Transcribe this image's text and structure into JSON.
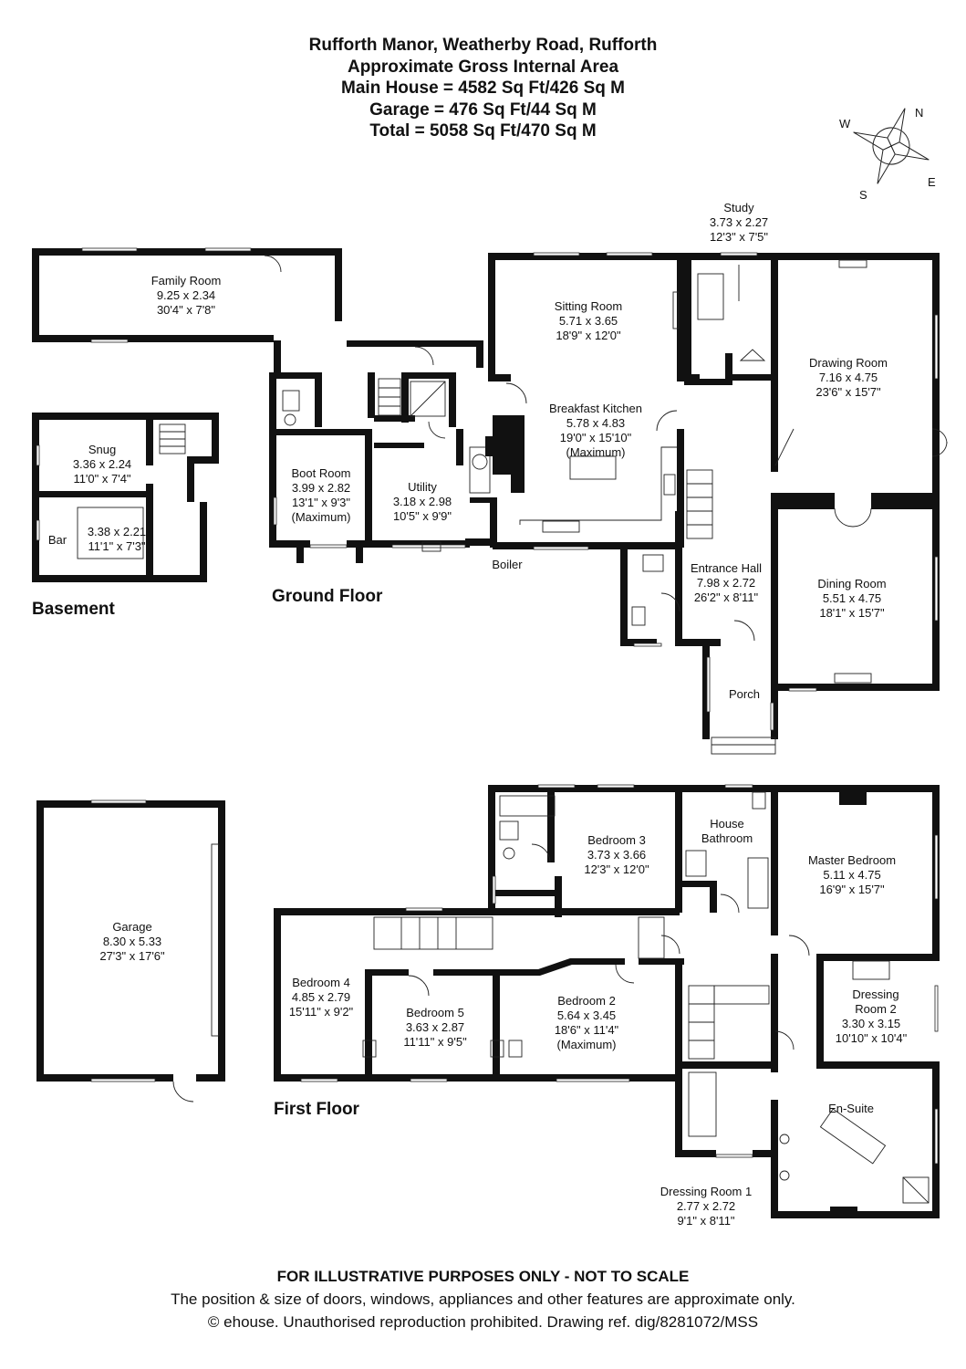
{
  "header": {
    "line1": "Rufforth Manor, Weatherby Road, Rufforth",
    "line2": "Approximate Gross Internal Area",
    "line3": "Main House = 4582 Sq Ft/426 Sq M",
    "line4": "Garage = 476 Sq Ft/44 Sq M",
    "line5": "Total = 5058 Sq Ft/470 Sq M"
  },
  "compass": {
    "n": "N",
    "e": "E",
    "s": "S",
    "w": "W"
  },
  "floors": {
    "basement": "Basement",
    "ground": "Ground Floor",
    "first": "First Floor"
  },
  "rooms": {
    "family_room": {
      "name": "Family Room",
      "metric": "9.25 x 2.34",
      "imperial": "30'4\" x 7'8\""
    },
    "snug": {
      "name": "Snug",
      "metric": "3.36 x 2.24",
      "imperial": "11'0\" x 7'4\""
    },
    "bar": {
      "name": "Bar",
      "metric": "3.38 x 2.21",
      "imperial": "11'1\" x 7'3\""
    },
    "boot_room": {
      "name": "Boot Room",
      "metric": "3.99 x 2.82",
      "imperial": "13'1\" x 9'3\"",
      "note": "(Maximum)"
    },
    "utility": {
      "name": "Utility",
      "metric": "3.18 x 2.98",
      "imperial": "10'5\" x 9'9\""
    },
    "boiler": {
      "name": "Boiler"
    },
    "sitting_room": {
      "name": "Sitting Room",
      "metric": "5.71 x 3.65",
      "imperial": "18'9\" x 12'0\""
    },
    "breakfast_kitchen": {
      "name": "Breakfast Kitchen",
      "metric": "5.78 x 4.83",
      "imperial": "19'0\" x 15'10\"",
      "note": "(Maximum)"
    },
    "study": {
      "name": "Study",
      "metric": "3.73 x 2.27",
      "imperial": "12'3\" x 7'5\""
    },
    "drawing_room": {
      "name": "Drawing Room",
      "metric": "7.16 x 4.75",
      "imperial": "23'6\" x 15'7\""
    },
    "entrance_hall": {
      "name": "Entrance Hall",
      "metric": "7.98 x 2.72",
      "imperial": "26'2\" x 8'11\""
    },
    "dining_room": {
      "name": "Dining Room",
      "metric": "5.51 x 4.75",
      "imperial": "18'1\" x 15'7\""
    },
    "porch": {
      "name": "Porch"
    },
    "garage": {
      "name": "Garage",
      "metric": "8.30 x 5.33",
      "imperial": "27'3\" x 17'6\""
    },
    "bedroom_3": {
      "name": "Bedroom 3",
      "metric": "3.73 x 3.66",
      "imperial": "12'3\" x 12'0\""
    },
    "house_bathroom": {
      "name1": "House",
      "name2": "Bathroom"
    },
    "master_bedroom": {
      "name": "Master Bedroom",
      "metric": "5.11 x 4.75",
      "imperial": "16'9\" x 15'7\""
    },
    "bedroom_4": {
      "name": "Bedroom 4",
      "metric": "4.85 x 2.79",
      "imperial": "15'11\" x 9'2\""
    },
    "bedroom_5": {
      "name": "Bedroom 5",
      "metric": "3.63 x 2.87",
      "imperial": "11'11\" x 9'5\""
    },
    "bedroom_2": {
      "name": "Bedroom 2",
      "metric": "5.64 x 3.45",
      "imperial": "18'6\" x 11'4\"",
      "note": "(Maximum)"
    },
    "dressing_room_2": {
      "name1": "Dressing",
      "name2": "Room 2",
      "metric": "3.30 x 3.15",
      "imperial": "10'10\" x 10'4\""
    },
    "en_suite": {
      "name": "En-Suite"
    },
    "dressing_room_1": {
      "name": "Dressing Room 1",
      "metric": "2.77 x 2.72",
      "imperial": "9'1\" x 8'11\""
    }
  },
  "footer": {
    "line1": "FOR ILLUSTRATIVE PURPOSES ONLY - NOT TO SCALE",
    "line2": "The position & size of doors, windows, appliances and other features are approximate only.",
    "line3": "© ehouse. Unauthorised reproduction prohibited. Drawing ref. dig/8281072/MSS"
  }
}
